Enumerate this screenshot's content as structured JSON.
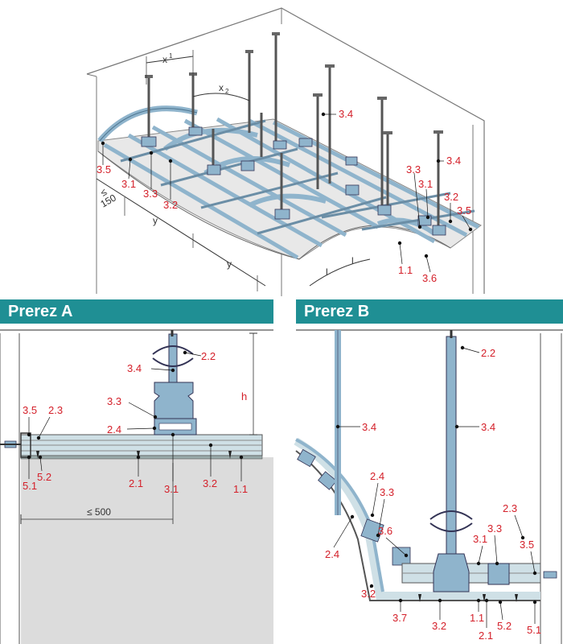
{
  "colors": {
    "teal": "#1f8f94",
    "label_red": "#d4202a",
    "steel_blue": "#8fb4cc",
    "panel": "#dcdcdc"
  },
  "top": {
    "dims": {
      "x1": "x",
      "x1_sub": "1",
      "x2": "x",
      "x2_sub": "2",
      "d150": "150",
      "le": "≤",
      "y1": "y",
      "y2": "y",
      "l1": "l",
      "l2": "l"
    },
    "labels": {
      "a": "3.5",
      "b": "3.1",
      "c": "3.3",
      "d": "3.2",
      "e": "3.4",
      "f": "3.4",
      "g": "3.3",
      "h": "3.1",
      "i": "3.2",
      "j": "3.5",
      "k": "1.1",
      "m": "3.6"
    }
  },
  "section_a": {
    "title": "Prerez A",
    "labels": {
      "l22": "2.2",
      "l34": "3.4",
      "l33": "3.3",
      "l24": "2.4",
      "l35": "3.5",
      "l23": "2.3",
      "l51": "5.1",
      "l52": "5.2",
      "l21": "2.1",
      "l31": "3.1",
      "l32": "3.2",
      "l11": "1.1",
      "h": "h"
    },
    "dim500": "≤ 500"
  },
  "section_b": {
    "title": "Prerez B",
    "labels": {
      "l22": "2.2",
      "l34a": "3.4",
      "l34b": "3.4",
      "l24a": "2.4",
      "l33a": "3.3",
      "l36": "3.6",
      "l24b": "2.4",
      "l32a": "3.2",
      "l23": "2.3",
      "l33b": "3.3",
      "l31": "3.1",
      "l35": "3.5",
      "l37": "3.7",
      "l32b": "3.2",
      "l11": "1.1",
      "l52": "5.2",
      "l21": "2.1",
      "l51": "5.1"
    }
  }
}
